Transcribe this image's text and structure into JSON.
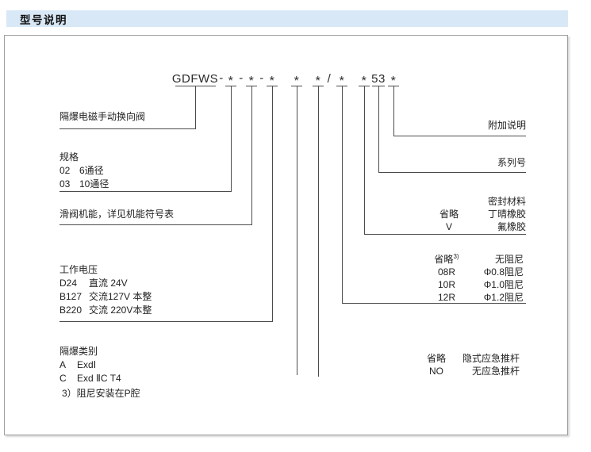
{
  "page": {
    "title": "型号说明"
  },
  "code": {
    "tokens": [
      "GDFWS",
      "-",
      "*",
      "-",
      "*",
      "-",
      "*",
      "*",
      "*",
      "/",
      "*",
      "*",
      "53",
      "*"
    ]
  },
  "left": {
    "valve_label": "隔爆电磁手动换向阀",
    "spec": {
      "heading": "规格",
      "rows": [
        {
          "code": "02",
          "desc": "6通径"
        },
        {
          "code": "03",
          "desc": "10通径"
        }
      ]
    },
    "spool_label": "滑阀机能，详见机能符号表",
    "voltage": {
      "heading": "工作电压",
      "rows": [
        {
          "code": "D24",
          "desc": "直流 24V"
        },
        {
          "code": "B127",
          "desc": "交流127V 本整"
        },
        {
          "code": "B220",
          "desc": "交流 220V本整"
        }
      ]
    },
    "exd_class": {
      "heading": "隔爆类别",
      "rows": [
        {
          "code": "A",
          "desc": "ExdⅠ"
        },
        {
          "code": "C",
          "desc": "Exd ⅡC T4"
        }
      ]
    },
    "footnote": "3）阻尼安装在P腔"
  },
  "right": {
    "additional_label": "附加说明",
    "series_label": "系列号",
    "seal": {
      "heading": "密封材料",
      "rows": [
        {
          "code": "省略",
          "desc": "丁晴橡胶"
        },
        {
          "code": "V",
          "desc": "氟橡胶"
        }
      ]
    },
    "damping": {
      "rows": [
        {
          "code": "省略",
          "sup": "3)",
          "desc": "无阻尼"
        },
        {
          "code": "08R",
          "desc": "Φ0.8阻尼"
        },
        {
          "code": "10R",
          "desc": "Φ1.0阻尼"
        },
        {
          "code": "12R",
          "desc": "Φ1.2阻尼"
        }
      ]
    },
    "pushrod": {
      "rows": [
        {
          "code": "省略",
          "desc": "隐式应急推杆"
        },
        {
          "code": "NO",
          "desc": "无应急推杆"
        }
      ]
    }
  }
}
